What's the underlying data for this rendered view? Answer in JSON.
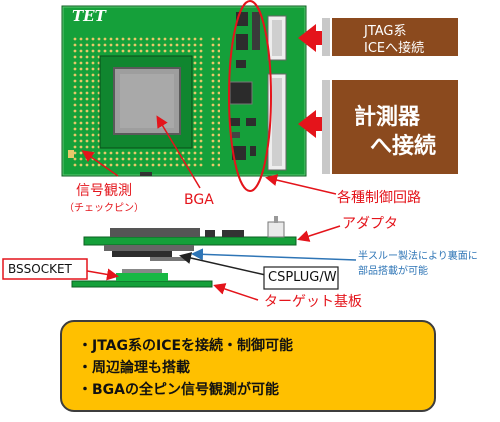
{
  "board": {
    "logo": "TET"
  },
  "labels": {
    "jtag_line1": "JTAG系",
    "jtag_line2": "ICEへ接続",
    "measure_line1": "計測器",
    "measure_line2": "へ接続",
    "signal": "信号観測",
    "signal_sub": "（チェックピン）",
    "bga": "BGA",
    "control": "各種制御回路",
    "adapter": "アダプタ",
    "via_line1": "半スルー製法により裏面に",
    "via_line2": "部品搭載が可能",
    "bssocket": "BSSOCKET",
    "csplug": "CSPLUG/W",
    "target": "ターゲット基板"
  },
  "summary": {
    "items": [
      "・JTAG系のICEを接続・制御可能",
      "・周辺論理も搭載",
      "・BGAの全ピン信号観測が可能"
    ]
  },
  "colors": {
    "pcb": "#15a03a",
    "label_box": "#8b4a1e",
    "accent_red": "#e4141b",
    "summary_bg": "#ffc000",
    "note_blue": "#2e75b6"
  }
}
